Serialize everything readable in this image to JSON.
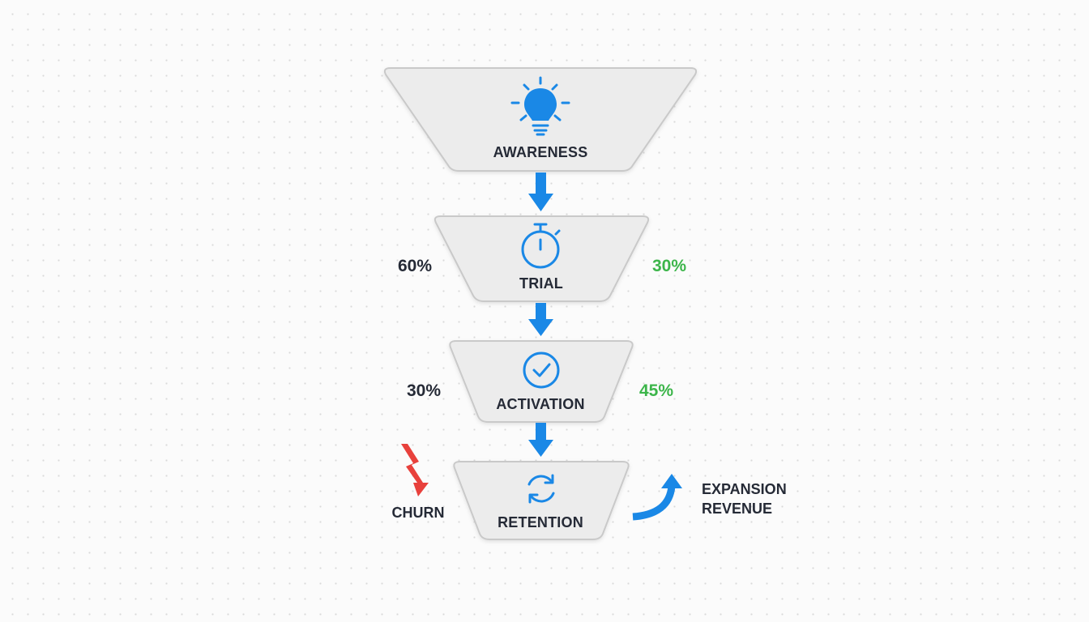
{
  "colors": {
    "accent": "#1a88e6",
    "positive": "#3cb54a",
    "negative": "#e8413c",
    "text": "#252a36"
  },
  "stages": [
    {
      "label": "AWARENESS",
      "icon": "lightbulb-icon"
    },
    {
      "label": "TRIAL",
      "icon": "stopwatch-icon"
    },
    {
      "label": "ACTIVATION",
      "icon": "check-circle-icon"
    },
    {
      "label": "RETENTION",
      "icon": "refresh-icon"
    }
  ],
  "rates": {
    "trial_left": "60%",
    "trial_right": "30%",
    "activation_left": "30%",
    "activation_right": "45%"
  },
  "churn": {
    "label": "CHURN",
    "icon": "lightning-bolt-icon"
  },
  "expansion": {
    "line1": "EXPANSION",
    "line2": "REVENUE",
    "icon": "curved-up-arrow-icon"
  }
}
